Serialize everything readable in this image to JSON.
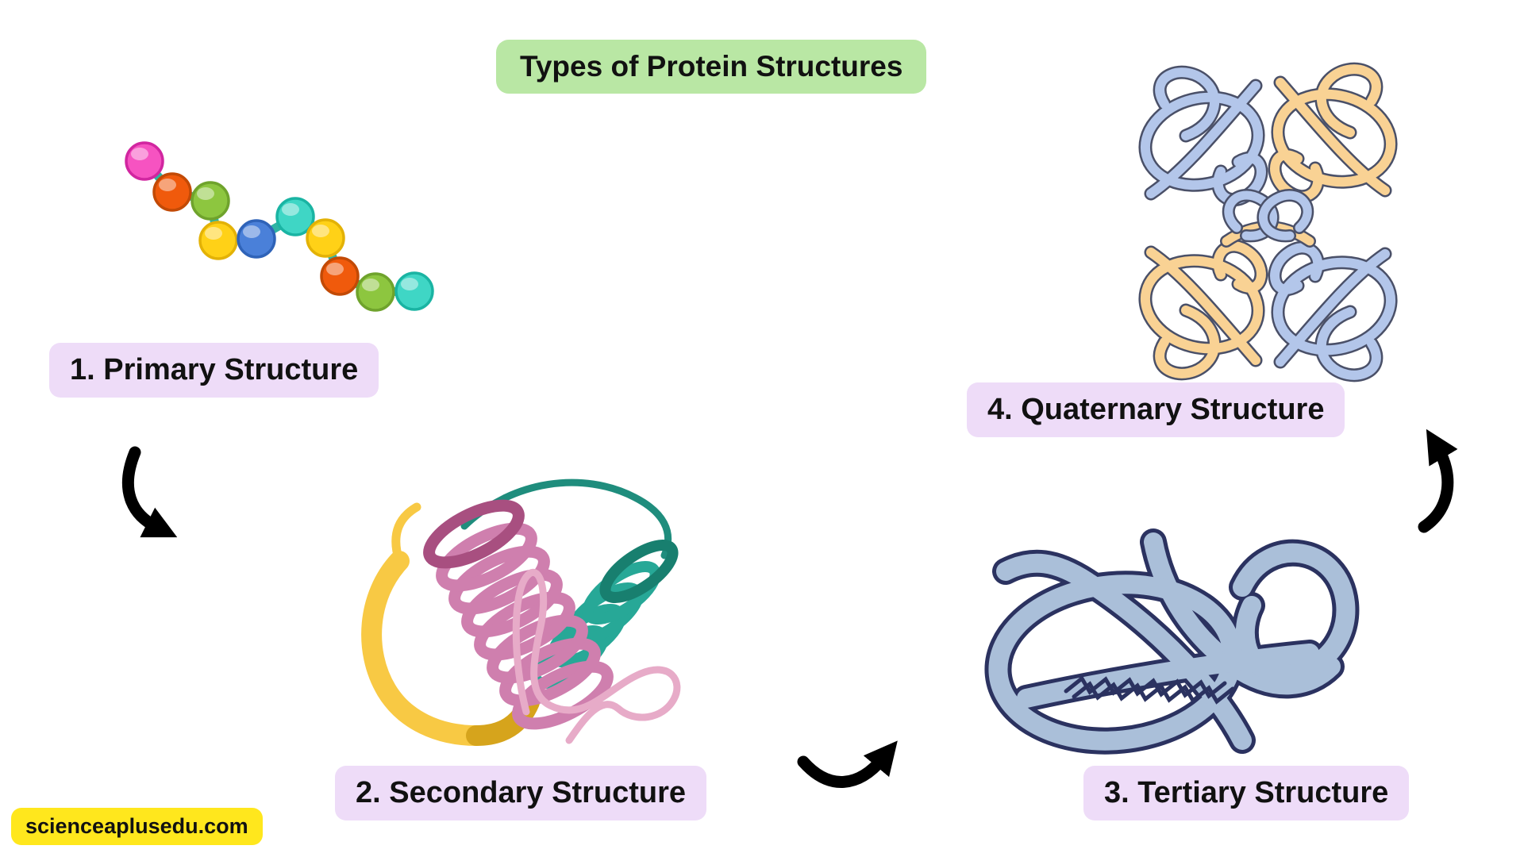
{
  "header": {
    "title": "Types of Protein Structures",
    "bg_color": "#b9e7a4"
  },
  "stages": [
    {
      "id": "primary",
      "label": "1. Primary Structure"
    },
    {
      "id": "secondary",
      "label": "2. Secondary Structure"
    },
    {
      "id": "tertiary",
      "label": "3. Tertiary Structure"
    },
    {
      "id": "quaternary",
      "label": "4. Quaternary Structure"
    }
  ],
  "label_bg_color": "#eedcf8",
  "watermark": {
    "text": "scienceaplusedu.com",
    "bg_color": "#ffe71d"
  },
  "primary_chain": {
    "bead_sequence": [
      "pink",
      "orange",
      "green",
      "yellow",
      "blue",
      "teal",
      "yellow",
      "orange",
      "green",
      "teal"
    ]
  },
  "arrows": [
    {
      "name": "arrow-primary-to-secondary",
      "direction": "curves down-right"
    },
    {
      "name": "arrow-secondary-to-tertiary",
      "direction": "curves up-right"
    },
    {
      "name": "arrow-tertiary-to-quaternary",
      "direction": "curves up"
    }
  ],
  "colors": {
    "bead_pink": "#f653c1",
    "bead_orange": "#f05a0c",
    "bead_green": "#8dc63f",
    "bead_yellow": "#ffd117",
    "bead_blue": "#4a80d9",
    "bead_teal": "#3fd6c5",
    "bead_link": "#2fb3a3",
    "helix_pink": "#cf7fae",
    "helix_pink_dark": "#a84f80",
    "helix_teal": "#27a897",
    "helix_teal_dark": "#187f6f",
    "coil_teal_line": "#1f8d7d",
    "sheet_yellow": "#f8c944",
    "sheet_yellow_dark": "#d6a41c",
    "coil_pink": "#e7abc8",
    "tube_blue_gray": "#aabfd9",
    "tube_outline": "#2b3260",
    "subunit_blue": "#b3c6ea",
    "subunit_orange": "#f9d294",
    "subunit_outline": "#4a5068",
    "arrow_black": "#000000"
  }
}
